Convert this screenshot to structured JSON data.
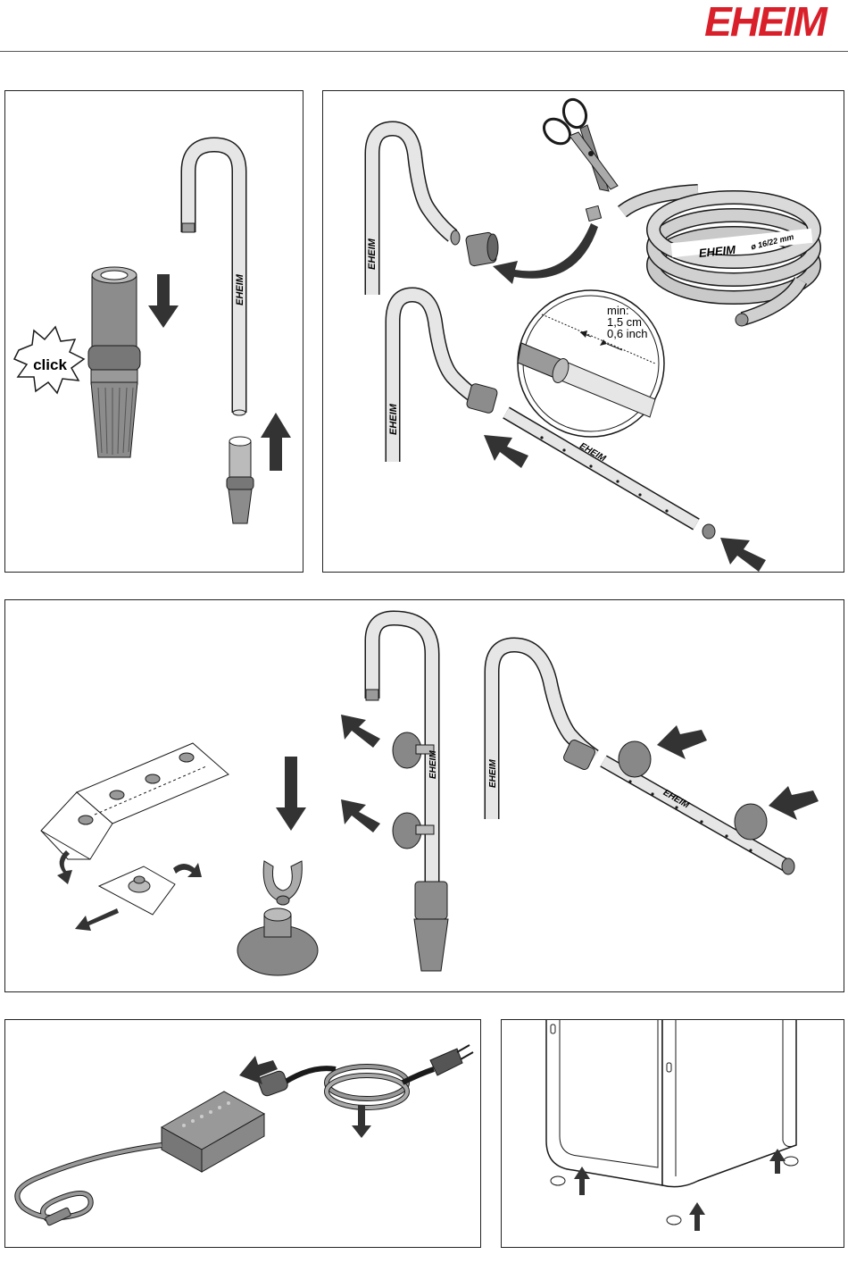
{
  "header": {
    "logo_text": "EHEIM",
    "logo_color": "#d9202a"
  },
  "panels": {
    "inlet_assembly": {
      "tube_brand": "EHEIM",
      "click_label": "click"
    },
    "hose_cutting": {
      "tube_brand_upper": "EHEIM",
      "tube_brand_lower": "EHEIM",
      "hose_brand": "EHEIM",
      "hose_diameter": "ø 16/22 mm",
      "spray_bar_brand": "EHEIM",
      "min_label": "min:",
      "min_cm": "1,5 cm",
      "min_inch": "0,6 inch"
    },
    "suction_cups": {
      "vertical_tube_brand": "EHEIM",
      "angled_tube_brand": "EHEIM",
      "spray_bar_brand": "EHEIM"
    },
    "power_supply": {},
    "filter_feet": {}
  },
  "colors": {
    "outline": "#1a1a1a",
    "tube_fill": "#e6e6e6",
    "dark_part": "#8c8c8c",
    "arrow_fill": "#333333"
  }
}
